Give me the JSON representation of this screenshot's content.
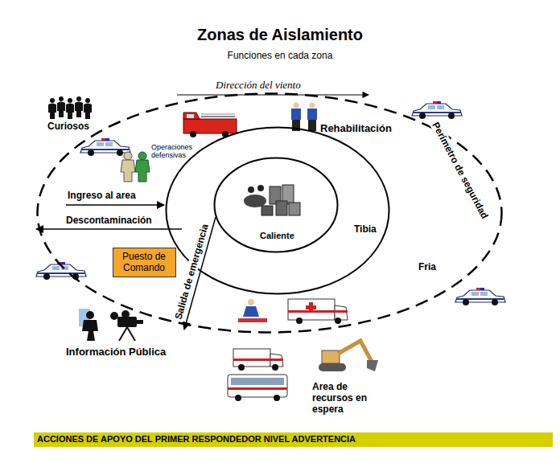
{
  "diagram": {
    "title": "Zonas de Aislamiento",
    "nodes": [
      {
        "text": [
          "Fria"
        ]
      },
      {
        "text": [
          "Tibia"
        ],
        "in": 0
      },
      {
        "text": [
          "Caliente"
        ],
        "in": 1
      },
      {
        "text": [
          "Puesto de Comando"
        ],
        "in": 0
      },
      {
        "text": [
          "ACCIONES DE APOYO DEL PRIMER RESPONDEDOR NIVEL ADVERTENCIA"
        ]
      }
    ],
    "labels": [
      "Funciones en cada zona",
      "Curiosos",
      "Dirección del viento",
      "Operaciones defensivas",
      "Rehabilitación",
      "Perímetro de seguridad",
      "Ingreso al area",
      "Descontaminación",
      "Salida de emergencia",
      "Información Pública",
      "Area de recursos en espera"
    ]
  }
}
